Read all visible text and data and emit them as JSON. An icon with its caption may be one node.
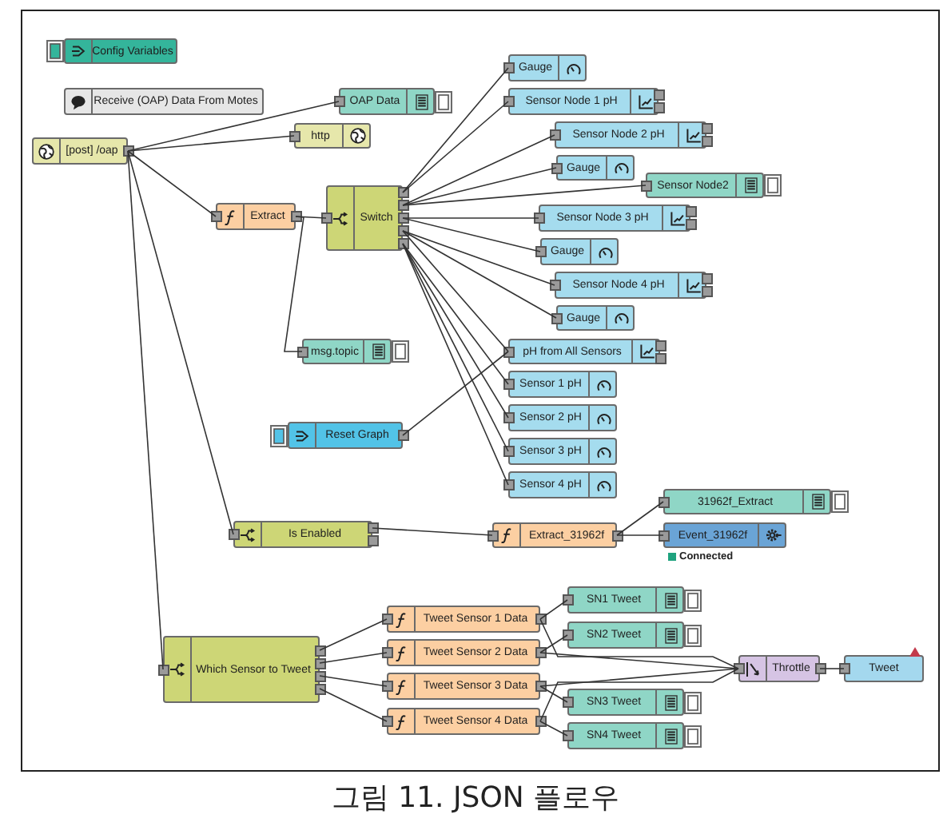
{
  "diagram": {
    "caption": "그림 11. JSON 플로우",
    "nodes": [
      {
        "text": [
          "Config Variables"
        ]
      },
      {
        "text": [
          "Receive (OAP) Data From Motes"
        ]
      },
      {
        "text": [
          "[post] /oap"
        ]
      },
      {
        "text": [
          "OAP Data"
        ]
      },
      {
        "text": [
          "http"
        ]
      },
      {
        "text": [
          "Extract"
        ]
      },
      {
        "text": [
          "Switch"
        ]
      },
      {
        "text": [
          "Gauge"
        ]
      },
      {
        "text": [
          "Sensor Node 1 pH"
        ]
      },
      {
        "text": [
          "Sensor Node 2 pH"
        ]
      },
      {
        "text": [
          "Gauge"
        ]
      },
      {
        "text": [
          "Sensor Node2"
        ]
      },
      {
        "text": [
          "Sensor Node 3 pH"
        ]
      },
      {
        "text": [
          "Gauge"
        ]
      },
      {
        "text": [
          "Sensor Node 4 pH"
        ]
      },
      {
        "text": [
          "Gauge"
        ]
      },
      {
        "text": [
          "pH from All Sensors"
        ]
      },
      {
        "text": [
          "Sensor 1 pH"
        ]
      },
      {
        "text": [
          "Sensor 2 pH"
        ]
      },
      {
        "text": [
          "Sensor 3 pH"
        ]
      },
      {
        "text": [
          "Sensor 4 pH"
        ]
      },
      {
        "text": [
          "msg.topic"
        ]
      },
      {
        "text": [
          "Reset Graph"
        ]
      },
      {
        "text": [
          "Is Enabled"
        ]
      },
      {
        "text": [
          "Extract_31962f"
        ]
      },
      {
        "text": [
          "31962f_Extract"
        ]
      },
      {
        "text": [
          "Event_31962f"
        ],
        "beside": [
          "Connected"
        ]
      },
      {
        "text": [
          "Which Sensor to Tweet"
        ]
      },
      {
        "text": [
          "Tweet Sensor 1 Data"
        ]
      },
      {
        "text": [
          "Tweet Sensor 2 Data"
        ]
      },
      {
        "text": [
          "Tweet Sensor 3 Data"
        ]
      },
      {
        "text": [
          "Tweet Sensor 4 Data"
        ]
      },
      {
        "text": [
          "SN1 Tweet"
        ]
      },
      {
        "text": [
          "SN2 Tweet"
        ]
      },
      {
        "text": [
          "SN3 Tweet"
        ]
      },
      {
        "text": [
          "SN4 Tweet"
        ]
      },
      {
        "text": [
          "Throttle"
        ]
      },
      {
        "text": [
          "Tweet"
        ]
      }
    ],
    "edges": [
      {
        "from": 2,
        "to": 3,
        "arrow": "none"
      },
      {
        "from": 2,
        "to": 4,
        "arrow": "none"
      },
      {
        "from": 2,
        "to": 5,
        "arrow": "none"
      },
      {
        "from": 2,
        "to": 23,
        "arrow": "none"
      },
      {
        "from": 2,
        "to": 27,
        "arrow": "none"
      },
      {
        "from": 5,
        "to": 6,
        "arrow": "none"
      },
      {
        "from": 5,
        "to": 21,
        "arrow": "none"
      },
      {
        "from": 6,
        "to": 7,
        "arrow": "none"
      },
      {
        "from": 6,
        "to": 8,
        "arrow": "none"
      },
      {
        "from": 6,
        "to": 9,
        "arrow": "none"
      },
      {
        "from": 6,
        "to": 10,
        "arrow": "none"
      },
      {
        "from": 6,
        "to": 11,
        "arrow": "none"
      },
      {
        "from": 6,
        "to": 12,
        "arrow": "none"
      },
      {
        "from": 6,
        "to": 13,
        "arrow": "none"
      },
      {
        "from": 6,
        "to": 14,
        "arrow": "none"
      },
      {
        "from": 6,
        "to": 15,
        "arrow": "none"
      },
      {
        "from": 6,
        "to": 16,
        "arrow": "none"
      },
      {
        "from": 6,
        "to": 17,
        "arrow": "none"
      },
      {
        "from": 6,
        "to": 18,
        "arrow": "none"
      },
      {
        "from": 6,
        "to": 19,
        "arrow": "none"
      },
      {
        "from": 6,
        "to": 20,
        "arrow": "none"
      },
      {
        "from": 22,
        "to": 16,
        "arrow": "none"
      },
      {
        "from": 23,
        "to": 24,
        "arrow": "none"
      },
      {
        "from": 24,
        "to": 25,
        "arrow": "none"
      },
      {
        "from": 24,
        "to": 26,
        "arrow": "none"
      },
      {
        "from": 27,
        "to": 28,
        "arrow": "none"
      },
      {
        "from": 27,
        "to": 29,
        "arrow": "none"
      },
      {
        "from": 27,
        "to": 30,
        "arrow": "none"
      },
      {
        "from": 27,
        "to": 31,
        "arrow": "none"
      },
      {
        "from": 28,
        "to": 32,
        "arrow": "none"
      },
      {
        "from": 28,
        "to": 36,
        "arrow": "none"
      },
      {
        "from": 29,
        "to": 33,
        "arrow": "none"
      },
      {
        "from": 29,
        "to": 36,
        "arrow": "none"
      },
      {
        "from": 30,
        "to": 34,
        "arrow": "none"
      },
      {
        "from": 30,
        "to": 36,
        "arrow": "none"
      },
      {
        "from": 31,
        "to": 35,
        "arrow": "none"
      },
      {
        "from": 31,
        "to": 36,
        "arrow": "none"
      },
      {
        "from": 36,
        "to": 37,
        "arrow": "none"
      }
    ]
  }
}
